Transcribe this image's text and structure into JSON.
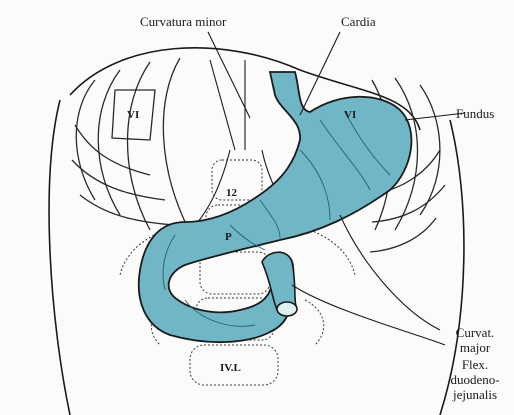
{
  "labels": {
    "curvatura_minor": "Curvatura minor",
    "cardia": "Cardia",
    "fundus": "Fundus",
    "curvat_major": [
      "Curvat.",
      "major"
    ],
    "flex_duodenojejunalis": [
      "Flex.",
      "duodeno-",
      "jejunalis"
    ],
    "rib_vi_left": "VI",
    "rib_vi_right": "VI",
    "vertebra_12": "12",
    "vertebra_ivl": "IV.L",
    "pylorus_p": "P"
  },
  "colors": {
    "stomach_fill": "#6fb6c6",
    "line": "#1b1b1b",
    "background": "#fbfbf9"
  }
}
